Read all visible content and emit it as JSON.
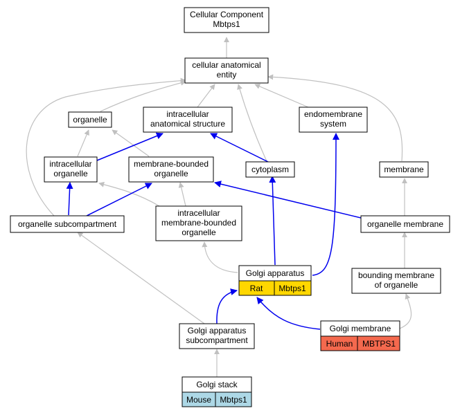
{
  "nodes": {
    "cc_mbtps1": {
      "lines": [
        "Cellular Component",
        "Mbtps1"
      ]
    },
    "cae": {
      "lines": [
        "cellular anatomical",
        "entity"
      ]
    },
    "organelle": {
      "lines": [
        "organelle"
      ]
    },
    "ias": {
      "lines": [
        "intracellular",
        "anatomical structure"
      ]
    },
    "endomembrane": {
      "lines": [
        "endomembrane",
        "system"
      ]
    },
    "intra_organelle": {
      "lines": [
        "intracellular",
        "organelle"
      ]
    },
    "mb_organelle": {
      "lines": [
        "membrane-bounded",
        "organelle"
      ]
    },
    "cytoplasm": {
      "lines": [
        "cytoplasm"
      ]
    },
    "membrane": {
      "lines": [
        "membrane"
      ]
    },
    "org_subcomp": {
      "lines": [
        "organelle subcompartment"
      ]
    },
    "imbo": {
      "lines": [
        "intracellular",
        "membrane-bounded",
        "organelle"
      ]
    },
    "org_membrane": {
      "lines": [
        "organelle membrane"
      ]
    },
    "golgi": {
      "lines": [
        "Golgi apparatus"
      ],
      "species": "Rat",
      "gene": "Mbtps1"
    },
    "bmo": {
      "lines": [
        "bounding membrane",
        "of organelle"
      ]
    },
    "golgi_sub": {
      "lines": [
        "Golgi apparatus",
        "subcompartment"
      ]
    },
    "golgi_membrane": {
      "lines": [
        "Golgi membrane"
      ],
      "species": "Human",
      "gene": "MBTPS1"
    },
    "golgi_stack": {
      "lines": [
        "Golgi stack"
      ],
      "species": "Mouse",
      "gene": "Mbtps1"
    }
  },
  "colors": {
    "gray_edge": "#c0c0c0",
    "blue_edge": "#0000ee",
    "rat": "#ffd700",
    "human": "#f4694e",
    "mouse": "#add8e6"
  }
}
